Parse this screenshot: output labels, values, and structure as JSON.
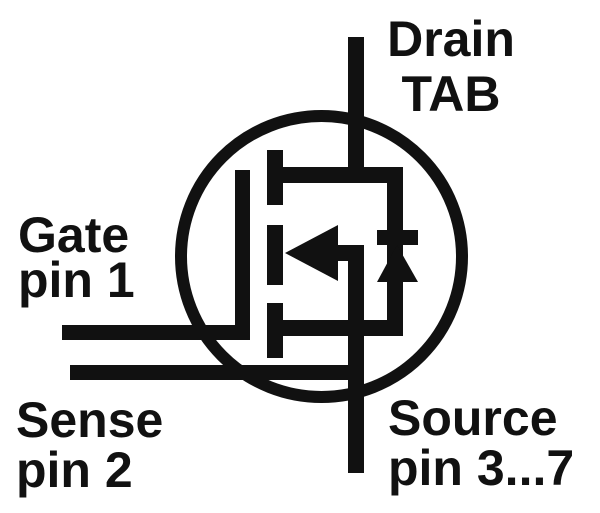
{
  "diagram": {
    "description": "Power MOSFET with current-sense pin: package pinout schematic (N-channel MOSFET with body diode inside circular package outline)",
    "colors": {
      "background": "#ffffff",
      "ink": "#111111"
    },
    "labels": {
      "drain": {
        "line1": "Drain",
        "line2": "TAB"
      },
      "gate": {
        "line1": "Gate",
        "line2": "pin 1"
      },
      "sense": {
        "line1": "Sense",
        "line2": "pin 2"
      },
      "source": {
        "line1": "Source",
        "line2": "pin 3...7"
      }
    }
  }
}
